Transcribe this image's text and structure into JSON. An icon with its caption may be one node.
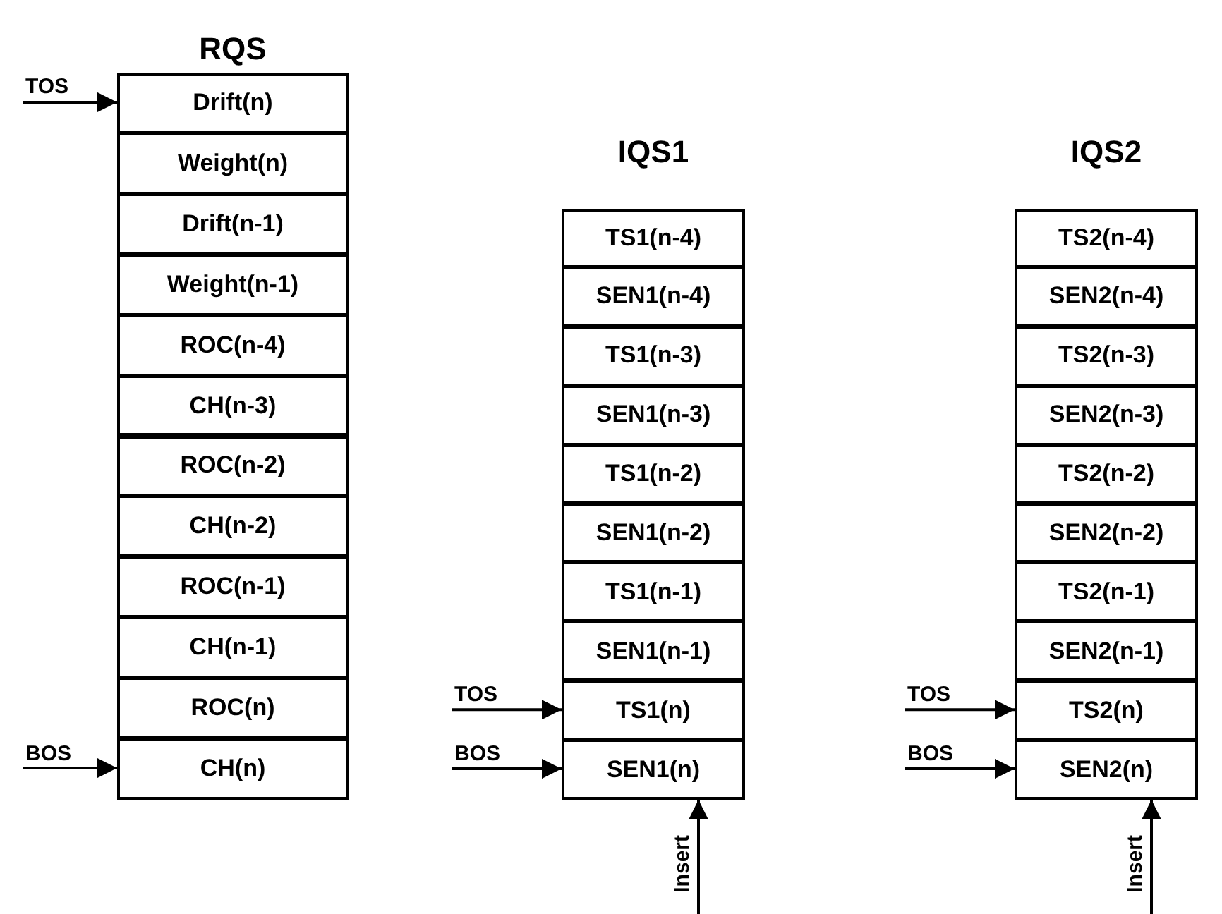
{
  "diagram": {
    "nodes": [
      {
        "text": [
          "RQS"
        ]
      },
      {
        "text": [
          "Drift(n)"
        ],
        "in": 0
      },
      {
        "text": [
          "Weight(n)"
        ],
        "in": 0
      },
      {
        "text": [
          "Drift(n-1)"
        ],
        "in": 0
      },
      {
        "text": [
          "Weight(n-1)"
        ],
        "in": 0
      },
      {
        "text": [
          "ROC(n-4)"
        ],
        "in": 0
      },
      {
        "text": [
          "CH(n-3)"
        ],
        "in": 0
      },
      {
        "text": [
          "ROC(n-2)"
        ],
        "in": 0
      },
      {
        "text": [
          "CH(n-2)"
        ],
        "in": 0
      },
      {
        "text": [
          "ROC(n-1)"
        ],
        "in": 0
      },
      {
        "text": [
          "CH(n-1)"
        ],
        "in": 0
      },
      {
        "text": [
          "ROC(n)"
        ],
        "in": 0
      },
      {
        "text": [
          "CH(n)"
        ],
        "in": 0
      },
      {
        "text": [
          "TOS"
        ]
      },
      {
        "text": [
          "BOS"
        ]
      },
      {
        "text": [
          "IQS1"
        ]
      },
      {
        "text": [
          "TS1(n-4)"
        ],
        "in": 15
      },
      {
        "text": [
          "SEN1(n-4)"
        ],
        "in": 15
      },
      {
        "text": [
          "TS1(n-3)"
        ],
        "in": 15
      },
      {
        "text": [
          "SEN1(n-3)"
        ],
        "in": 15
      },
      {
        "text": [
          "TS1(n-2)"
        ],
        "in": 15
      },
      {
        "text": [
          "SEN1(n-2)"
        ],
        "in": 15
      },
      {
        "text": [
          "TS1(n-1)"
        ],
        "in": 15
      },
      {
        "text": [
          "SEN1(n-1)"
        ],
        "in": 15
      },
      {
        "text": [
          "TS1(n)"
        ],
        "in": 15
      },
      {
        "text": [
          "SEN1(n)"
        ],
        "in": 15
      },
      {
        "text": [
          "TOS"
        ]
      },
      {
        "text": [
          "BOS"
        ]
      },
      {
        "text": [
          "Insert"
        ]
      },
      {
        "text": [
          "IQS2"
        ]
      },
      {
        "text": [
          "TS2(n-4)"
        ],
        "in": 29
      },
      {
        "text": [
          "SEN2(n-4)"
        ],
        "in": 29
      },
      {
        "text": [
          "TS2(n-3)"
        ],
        "in": 29
      },
      {
        "text": [
          "SEN2(n-3)"
        ],
        "in": 29
      },
      {
        "text": [
          "TS2(n-2)"
        ],
        "in": 29
      },
      {
        "text": [
          "SEN2(n-2)"
        ],
        "in": 29
      },
      {
        "text": [
          "TS2(n-1)"
        ],
        "in": 29
      },
      {
        "text": [
          "SEN2(n-1)"
        ],
        "in": 29
      },
      {
        "text": [
          "TS2(n)"
        ],
        "in": 29
      },
      {
        "text": [
          "SEN2(n)"
        ],
        "in": 29
      },
      {
        "text": [
          "TOS"
        ]
      },
      {
        "text": [
          "BOS"
        ]
      },
      {
        "text": [
          "Insert"
        ]
      }
    ],
    "edges": [
      {
        "from": 13,
        "to": 1,
        "arrow": "to"
      },
      {
        "from": 14,
        "to": 12,
        "arrow": "to"
      },
      {
        "from": 26,
        "to": 24,
        "arrow": "to"
      },
      {
        "from": 27,
        "to": 25,
        "arrow": "to"
      },
      {
        "from": 28,
        "to": 25,
        "arrow": "to"
      },
      {
        "from": 40,
        "to": 38,
        "arrow": "to"
      },
      {
        "from": 41,
        "to": 39,
        "arrow": "to"
      },
      {
        "from": 42,
        "to": 39,
        "arrow": "to"
      }
    ]
  }
}
